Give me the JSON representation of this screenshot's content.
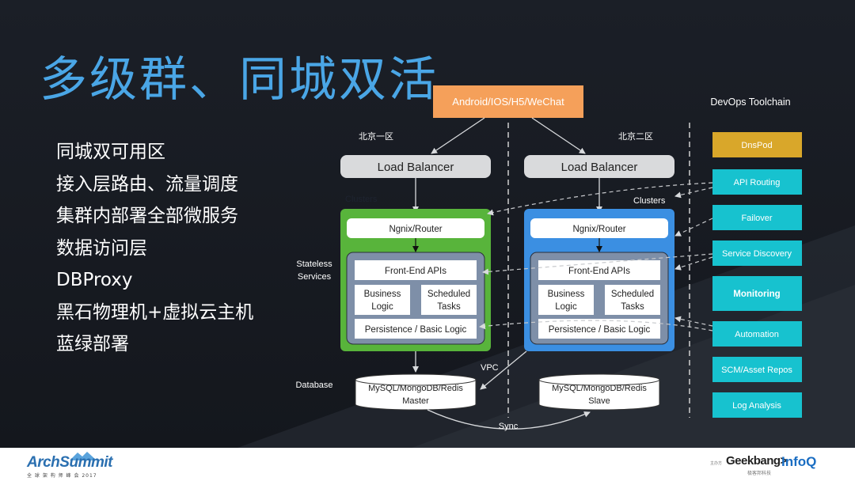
{
  "slide": {
    "title": "多级群、同城双活",
    "bullets": [
      "同城双可用区",
      "接入层路由、流量调度",
      "集群内部署全部微服务",
      "数据访问层",
      "DBProxy",
      "黑石物理机+虚拟云主机",
      "蓝绿部署"
    ]
  },
  "diagram": {
    "client": "Android/IOS/H5/WeChat",
    "zone_left": "北京一区",
    "zone_right": "北京二区",
    "load_balancer": "Load Balancer",
    "clusters_label": "Clusters",
    "stateless_label_1": "Stateless",
    "stateless_label_2": "Services",
    "database_label": "Database",
    "vpc_label": "VPC",
    "sync_label": "Sync",
    "router": "Ngnix/Router",
    "frontend": "Front-End APIs",
    "business_1": "Business",
    "business_2": "Logic",
    "scheduled_1": "Scheduled",
    "scheduled_2": "Tasks",
    "persistence": "Persistence / Basic Logic",
    "db_name": "MySQL/MongoDB/Redis",
    "db_master": "Master",
    "db_slave": "Slave",
    "devops_title": "DevOps Toolchain",
    "devops_items": [
      "DnsPod",
      "API Routing",
      "Failover",
      "Service Discovery",
      "Monitoring",
      "Automation",
      "SCM/Asset Repos",
      "Log Analysis"
    ]
  },
  "colors": {
    "title": "#4aa6e6",
    "client_orange": "#f5a05a",
    "green_cluster": "#58b43b",
    "blue_cluster": "#3b8fe2",
    "devops_teal": "#17c2cf",
    "dnspod_gold": "#d9a72a"
  },
  "footer": {
    "arch_logo": "ArchSummit",
    "arch_sub": "全 球 架 构 师 峰 会 2017",
    "geek_small": "主办方",
    "geek_logo": "Geekbang>",
    "geek_sub": "极客邦科技",
    "infoq_logo": "InfoQ"
  }
}
